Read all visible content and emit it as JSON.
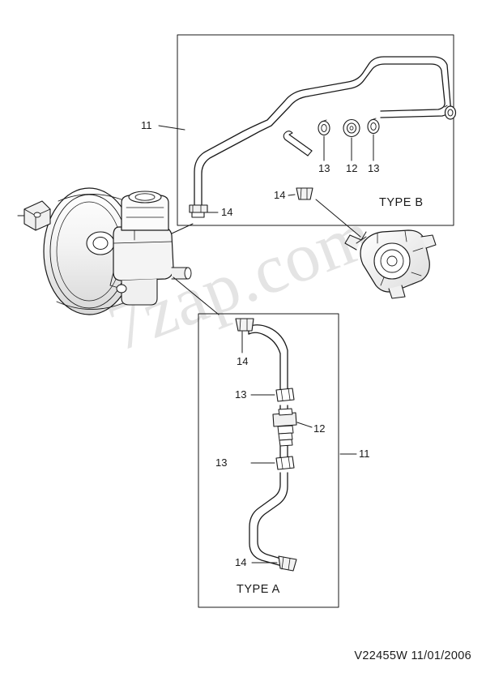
{
  "document": {
    "part_number_code": "V22455W",
    "date": "11/01/2006",
    "footer_text": "V22455W  11/01/2006",
    "watermark": "7zap.com"
  },
  "panels": [
    {
      "id": "type-b",
      "title": "TYPE B",
      "callout": "11"
    },
    {
      "id": "type-a",
      "title": "TYPE A",
      "callout": "11"
    }
  ],
  "callouts": {
    "type_b": [
      {
        "name": "hose-callout-11",
        "text": "11"
      },
      {
        "name": "clip-callout-14-left",
        "text": "14"
      },
      {
        "name": "clip-callout-14-mid",
        "text": "14"
      },
      {
        "name": "clamp-callout-13-left",
        "text": "13"
      },
      {
        "name": "valve-callout-12",
        "text": "12"
      },
      {
        "name": "clamp-callout-13-right",
        "text": "13"
      }
    ],
    "type_a": [
      {
        "name": "hose-callout-11",
        "text": "11"
      },
      {
        "name": "clip-callout-14-top",
        "text": "14"
      },
      {
        "name": "clamp-callout-13-top",
        "text": "13"
      },
      {
        "name": "valve-callout-12",
        "text": "12"
      },
      {
        "name": "clamp-callout-13-bottom",
        "text": "13"
      },
      {
        "name": "clip-callout-14-bottom",
        "text": "14"
      }
    ]
  },
  "colors": {
    "line": "#1a1a1a",
    "background": "#ffffff",
    "watermark": "#e4e4e4",
    "shading": "#8a8a8a"
  },
  "labels": {
    "b_11": "11",
    "b_14_left": "14",
    "b_14_mid": "14",
    "b_13_left": "13",
    "b_12": "12",
    "b_13_right": "13",
    "b_type": "TYPE B",
    "a_11": "11",
    "a_14_top": "14",
    "a_13_top": "13",
    "a_12": "12",
    "a_13_bot": "13",
    "a_14_bot": "14",
    "a_type": "TYPE A"
  }
}
